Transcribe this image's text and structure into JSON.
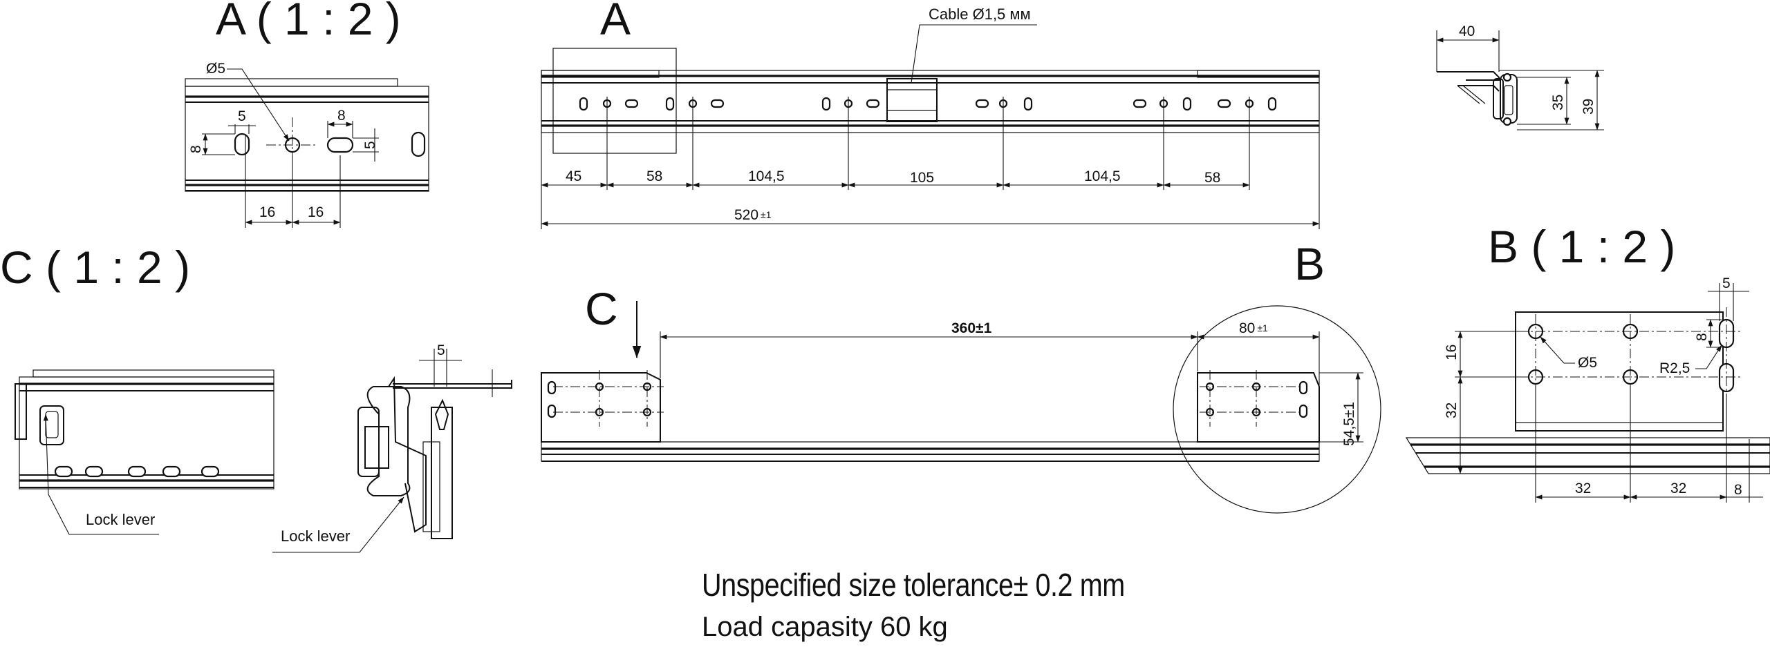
{
  "views": {
    "a_title": "A ( 1 : 2 )",
    "c_title": "C ( 1 : 2 )",
    "b_title": "B ( 1 : 2 )",
    "a_marker": "A",
    "b_marker": "B",
    "c_marker": "C"
  },
  "labels": {
    "cable": "Cable Ø1,5 мм",
    "lock_lever_1": "Lock lever",
    "lock_lever_2": "Lock lever",
    "hole_dia_a": "Ø5",
    "hole_dia_b": "Ø5",
    "radius_b": "R2,5"
  },
  "dimensions": {
    "detail_a": {
      "slot_w_left": "5",
      "slot_w_right": "8",
      "slot_h_left": "8",
      "slot_h_right": "5",
      "pitch_left": "16",
      "pitch_right": "16"
    },
    "main_spacing": [
      "45",
      "58",
      "104,5",
      "105",
      "104,5",
      "58"
    ],
    "overall_length": "520",
    "overall_tol": "±1",
    "profile": {
      "width": "40",
      "height_inner": "35",
      "height_outer": "39"
    },
    "bracket_spacing": "360±1",
    "bracket_width": "80",
    "bracket_width_tol": "±1",
    "bracket_height": "54,5±1",
    "lever_offset": "5",
    "detail_b": {
      "top": "5",
      "slot": "8",
      "v16": "16",
      "v32": "32",
      "h32a": "32",
      "h32b": "32",
      "h8": "8"
    }
  },
  "notes": {
    "tolerance": "Unspecified size tolerance± 0.2  mm",
    "load": "Load capasity 60 kg"
  }
}
